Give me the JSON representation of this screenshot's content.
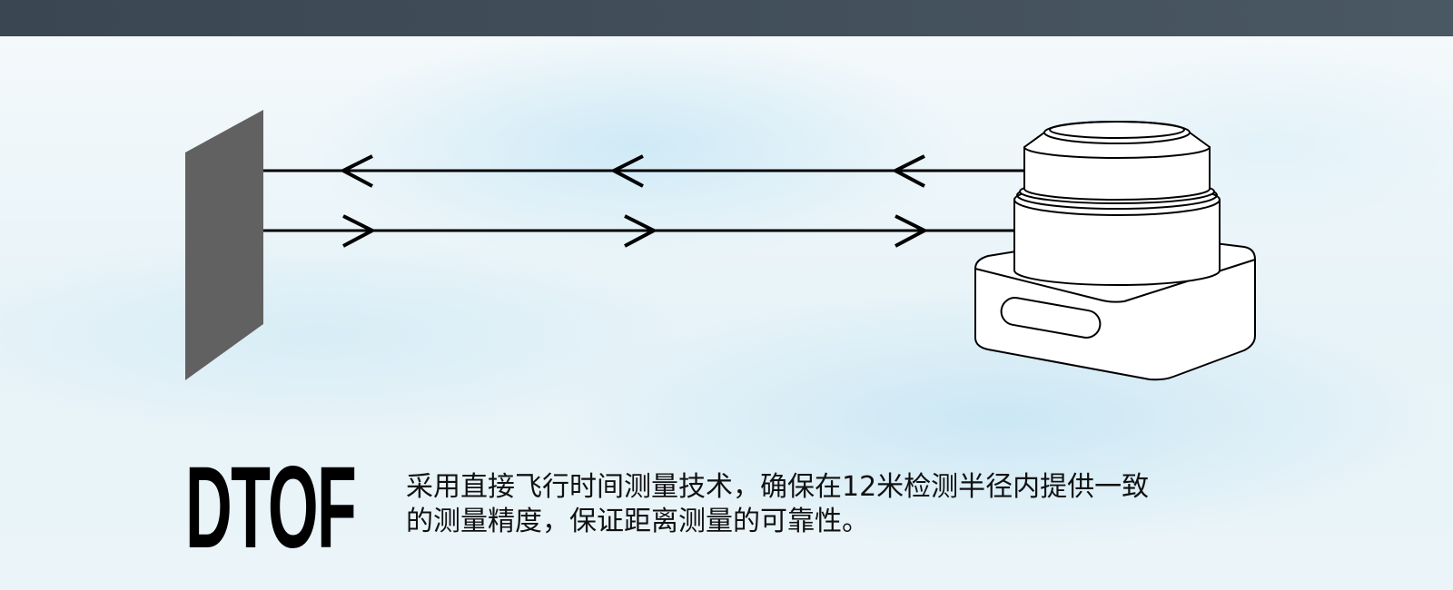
{
  "title": "DTOF",
  "description": {
    "line1": "采用直接飞行时间测量技术，确保在12米检测半径内提供一致",
    "line2": "的测量精度，保证距离测量的可靠性。"
  },
  "colors": {
    "top_bar": "#3f4b57",
    "target_panel": "#616161",
    "line": "#000000"
  }
}
